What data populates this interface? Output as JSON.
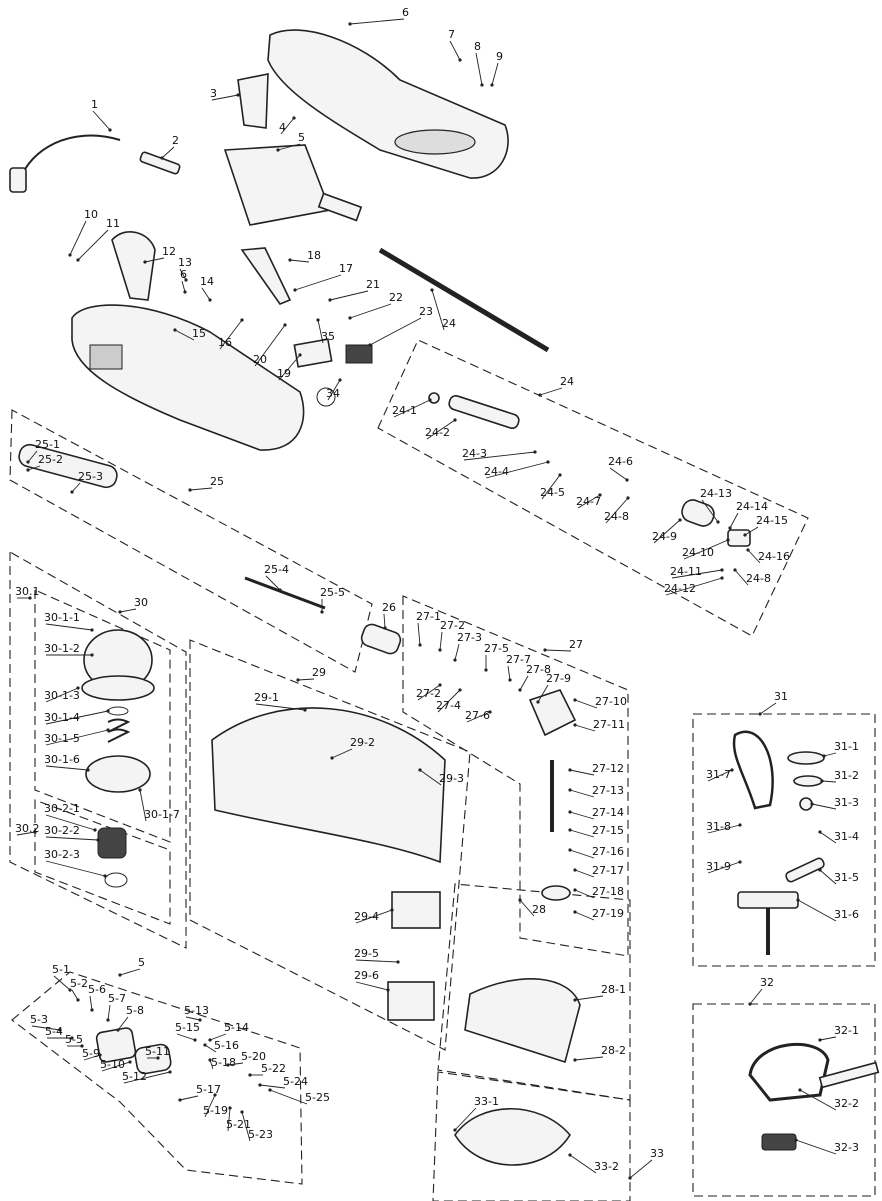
{
  "labels": {
    "top": [
      "1",
      "2",
      "3",
      "4",
      "5",
      "6",
      "7",
      "8",
      "9",
      "10",
      "11",
      "12",
      "13",
      "6",
      "14",
      "15",
      "16",
      "17",
      "18",
      "19",
      "20",
      "21",
      "22",
      "23",
      "24",
      "34",
      "35"
    ],
    "g24": [
      "24",
      "24-1",
      "24-2",
      "24-3",
      "24-4",
      "24-5",
      "24-6",
      "24-7",
      "24-8",
      "24-9",
      "24-10",
      "24-11",
      "24-12",
      "24-13",
      "24-14",
      "24-15",
      "24-16",
      "24-8"
    ],
    "g25": [
      "25",
      "25-1",
      "25-2",
      "25-3",
      "25-4",
      "25-5",
      "26"
    ],
    "g27": [
      "27",
      "27-1",
      "27-2",
      "27-3",
      "27-2",
      "27-4",
      "27-5",
      "27-6",
      "27-7",
      "27-8",
      "27-9",
      "27-10",
      "27-11",
      "27-12",
      "27-13",
      "27-14",
      "27-15",
      "27-16",
      "27-17",
      "27-18",
      "27-19"
    ],
    "g30": [
      "30",
      "30.1",
      "30-1-1",
      "30-1-2",
      "30-1-3",
      "30-1-4",
      "30-1-5",
      "30-1-6",
      "30-1-7",
      "30.2",
      "30-2-1",
      "30-2-2",
      "30-2-3"
    ],
    "g29": [
      "29",
      "29-1",
      "29-2",
      "29-3",
      "29-4",
      "29-5",
      "29-6"
    ],
    "g31": [
      "31",
      "31-1",
      "31-2",
      "31-3",
      "31-4",
      "31-5",
      "31-6",
      "31-7",
      "31-8",
      "31-9"
    ],
    "g5": [
      "5",
      "5-1",
      "5-2",
      "5-3",
      "5-4",
      "5-5",
      "5-6",
      "5-7",
      "5-8",
      "5-9",
      "5-10",
      "5-11",
      "5-12",
      "5-13",
      "5-14",
      "5-15",
      "5-16",
      "5-17",
      "5-18",
      "5-19",
      "5-20",
      "5-21",
      "5-22",
      "5-23",
      "5-24",
      "5-25"
    ],
    "g28": [
      "28",
      "28-1",
      "28-2"
    ],
    "g32": [
      "32",
      "32-1",
      "32-2",
      "32-3"
    ],
    "g33": [
      "33",
      "33-1",
      "33-2"
    ]
  }
}
